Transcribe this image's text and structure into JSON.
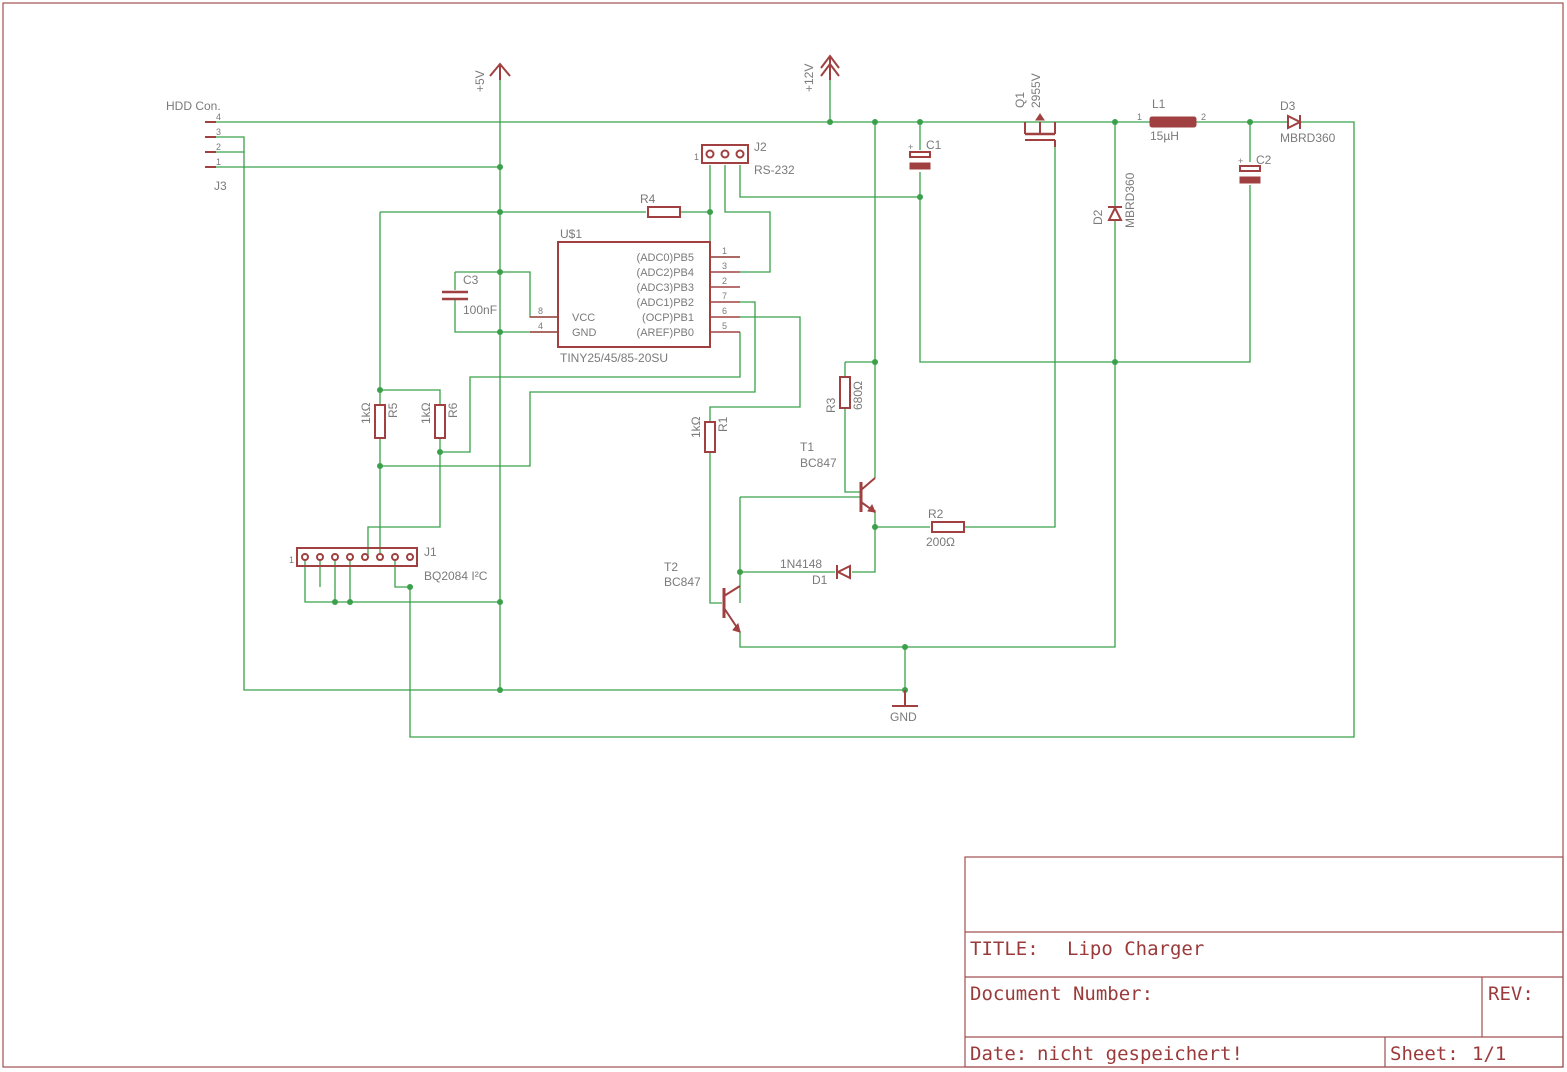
{
  "title_block": {
    "title_label": "TITLE:",
    "title_value": "Lipo Charger",
    "document_label": "Document Number:",
    "rev_label": "REV:",
    "date_label": "Date:",
    "date_value": "nicht gespeichert!",
    "sheet_label": "Sheet:",
    "sheet_value": "1/1"
  },
  "power": {
    "v5": "+5V",
    "v12": "+12V",
    "gnd": "GND"
  },
  "components": {
    "j3": {
      "name": "J3",
      "value": "HDD Con.",
      "pins": [
        "4",
        "3",
        "2",
        "1"
      ]
    },
    "j2": {
      "name": "J2",
      "value": "RS-232",
      "pin1": "1"
    },
    "j1": {
      "name": "J1",
      "value": "BQ2084 I²C",
      "pin1": "1"
    },
    "u1": {
      "name": "U$1",
      "value": "TINY25/45/85-20SU",
      "left_pins": [
        {
          "num": "8",
          "label": "VCC"
        },
        {
          "num": "4",
          "label": "GND"
        }
      ],
      "right_pins": [
        {
          "num": "1",
          "label": "(ADC0)PB5"
        },
        {
          "num": "3",
          "label": "(ADC2)PB4"
        },
        {
          "num": "2",
          "label": "(ADC3)PB3"
        },
        {
          "num": "7",
          "label": "(ADC1)PB2"
        },
        {
          "num": "6",
          "label": "(OCP)PB1"
        },
        {
          "num": "5",
          "label": "(AREF)PB0"
        }
      ]
    },
    "r1": {
      "name": "R1",
      "value": "1kΩ"
    },
    "r2": {
      "name": "R2",
      "value": "200Ω"
    },
    "r3": {
      "name": "R3",
      "value": "680Ω"
    },
    "r4": {
      "name": "R4",
      "value": ""
    },
    "r5": {
      "name": "R5",
      "value": "1kΩ"
    },
    "r6": {
      "name": "R6",
      "value": "1kΩ"
    },
    "c1": {
      "name": "C1",
      "plus": "+"
    },
    "c2": {
      "name": "C2",
      "plus": "+"
    },
    "c3": {
      "name": "C3",
      "value": "100nF"
    },
    "q1": {
      "name": "Q1",
      "value": "2955V"
    },
    "l1": {
      "name": "L1",
      "value": "15µH",
      "pin1": "1",
      "pin2": "2"
    },
    "d1": {
      "name": "D1",
      "value": "1N4148"
    },
    "d2": {
      "name": "D2",
      "value": "MBRD360"
    },
    "d3": {
      "name": "D3",
      "value": "MBRD360"
    },
    "t1": {
      "name": "T1",
      "value": "BC847"
    },
    "t2": {
      "name": "T2",
      "value": "BC847"
    }
  }
}
